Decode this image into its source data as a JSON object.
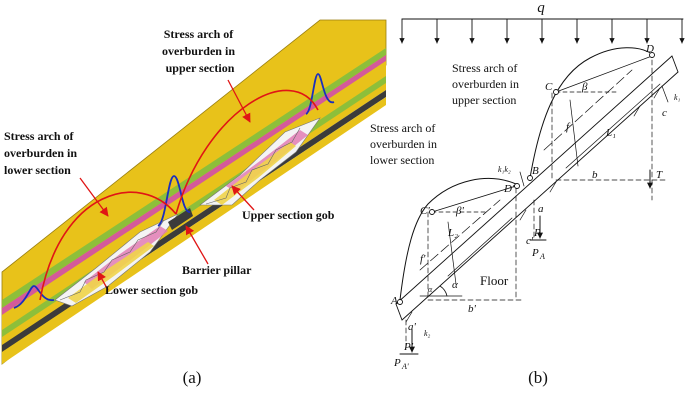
{
  "panel_a": {
    "caption": "(a)",
    "labels": {
      "arch_upper": [
        "Stress arch of",
        "overburden in",
        "upper section"
      ],
      "arch_lower": [
        "Stress arch of",
        "overburden in",
        "lower section"
      ],
      "upper_gob": "Upper section gob",
      "barrier_pillar": "Barrier pillar",
      "lower_gob": "Lower section gob"
    },
    "colors": {
      "rock_yellow": "#e8c21a",
      "rock_green": "#8dbf3a",
      "rock_pink": "#d45a9a",
      "coal_dark": "#3b3b3b",
      "arch_red": "#e01515",
      "abutment_blue": "#1a2fbf"
    }
  },
  "panel_b": {
    "caption": "(b)",
    "load_symbol": "q",
    "labels": {
      "arch_upper": [
        "Stress arch of",
        "overburden in",
        "upper section"
      ],
      "arch_lower": [
        "Stress arch of",
        "overburden in",
        "lower section"
      ],
      "floor": "Floor"
    },
    "symbols": {
      "D": "D",
      "C": "C",
      "B": "B",
      "C1": "C'",
      "D1": "D'",
      "A": "A",
      "beta": "β",
      "beta1": "β'",
      "alpha": "α",
      "alpha_s": "α",
      "f": "f",
      "f1": "f'",
      "L1": "L₁",
      "L2": "L₂",
      "c": "c",
      "c1": "c'",
      "b": "b",
      "b1": "b'",
      "T": "T",
      "a": "a",
      "a1": "a'",
      "P": "P",
      "P1": "P'",
      "PA": "P",
      "PA1": "P",
      "PA_sub": "A",
      "PA1_sub": "A'",
      "k1k2": "k₁",
      "k1k2_b": "k₁k₂",
      "k2": "k₂"
    }
  }
}
